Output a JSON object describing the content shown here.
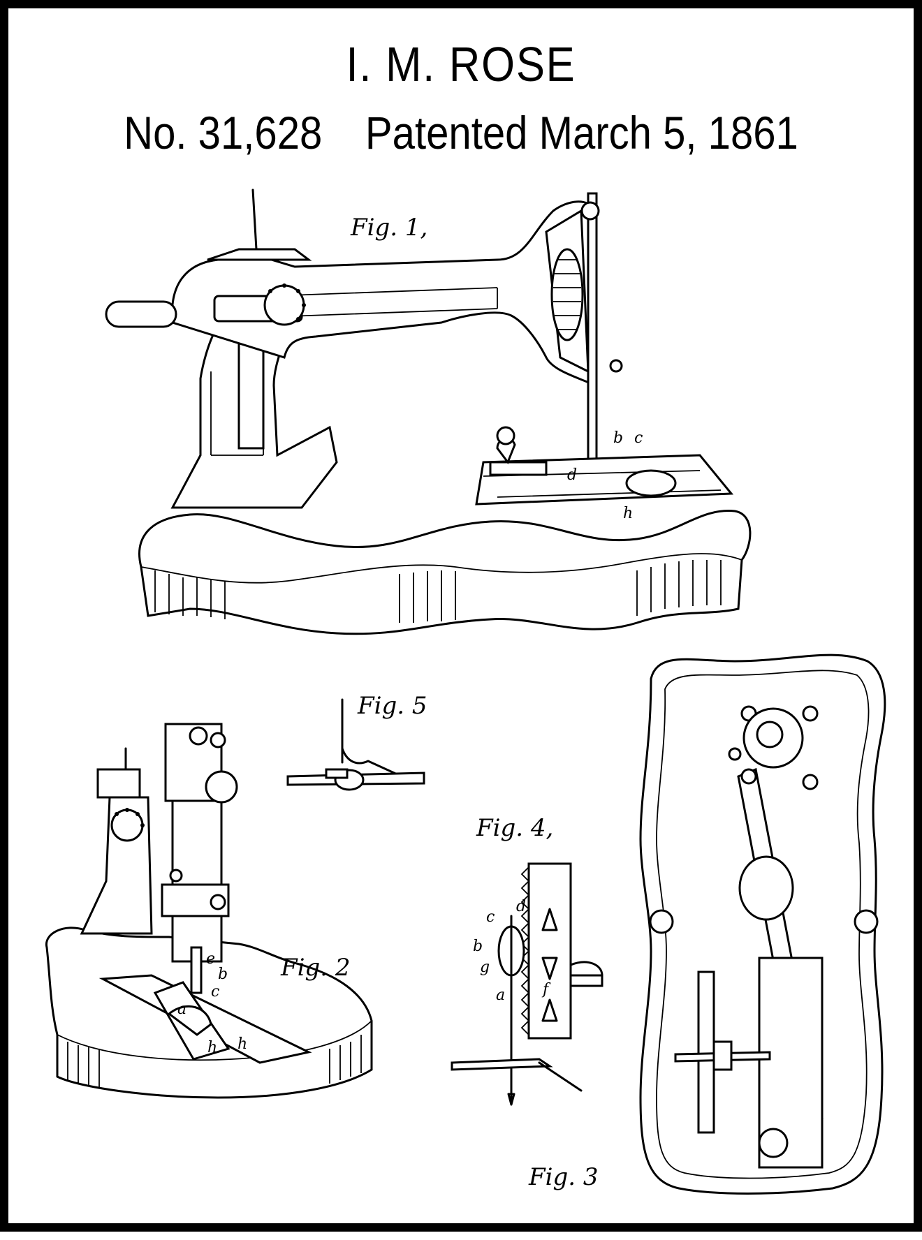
{
  "patent": {
    "inventor": "I. M. ROSE",
    "number": "No. 31,628",
    "date": "Patented March 5, 1861"
  },
  "figures": {
    "fig1": "Fig. 1,",
    "fig2": "Fig. 2",
    "fig3": "Fig. 3",
    "fig4": "Fig. 4,",
    "fig5": "Fig. 5"
  },
  "letters": {
    "fig1": [
      "b",
      "c",
      "d",
      "h"
    ],
    "fig2": [
      "e",
      "b",
      "c",
      "a",
      "h",
      "h"
    ],
    "fig4": [
      "d",
      "c",
      "b",
      "g",
      "a",
      "f"
    ]
  }
}
